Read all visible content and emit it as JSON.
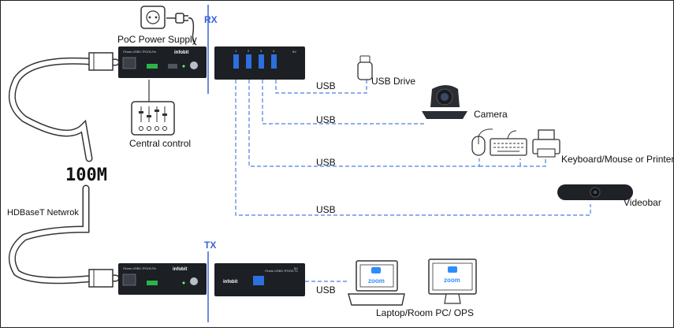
{
  "labels": {
    "rx": "RX",
    "tx": "TX",
    "poc_power_supply": "PoC Power Supply",
    "central_control": "Central control",
    "hundred_m": "100M",
    "hdbaset_network": "HDBaseT Netwrok",
    "usb_drive": "USB Drive",
    "camera": "Camera",
    "keyboard_mouse_printer": "Keyboard/Mouse or Printer",
    "videobar": "Videobar",
    "laptop_room_pc": "Laptop/Room PC/ OPS",
    "usb_1": "USB",
    "usb_2": "USB",
    "usb_3": "USB",
    "usb_4": "USB",
    "usb_5": "USB"
  },
  "devices": {
    "rx_top_title": "iTrans USB3-TR100-Rx",
    "rx_brand": "infobit",
    "rx_hub_badge": "5V",
    "rx_port_numbers": [
      "1",
      "2",
      "3",
      "4"
    ],
    "tx_left_title": "iTrans USB3-TR100-Rx",
    "tx_brand": "infobit",
    "tx_right_title": "iTrans USB3-TR100-Tx",
    "tx_right_badge": "5V",
    "zoom_text": "zoom"
  },
  "colors": {
    "device_body": "#1c1f24",
    "dash_line": "#4a7fe0",
    "axis_mark": "#3a64d8",
    "zoom_blue": "#2d8cff"
  }
}
